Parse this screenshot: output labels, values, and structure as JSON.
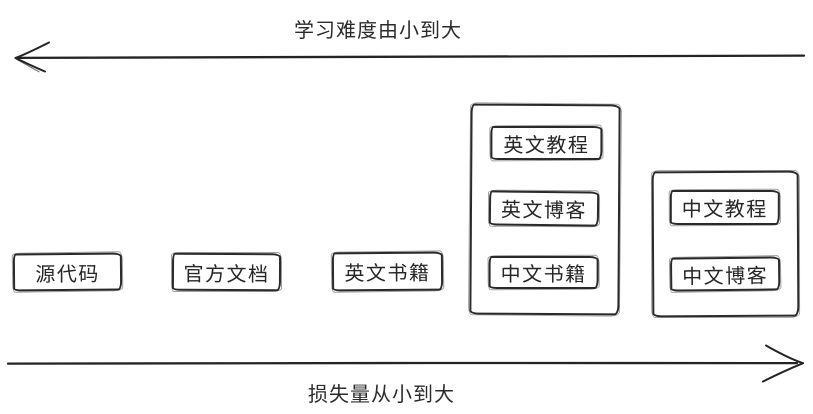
{
  "diagram": {
    "top_axis": {
      "label": "学习难度由小到大",
      "direction": "left"
    },
    "bottom_axis": {
      "label": "损失量从小到大",
      "direction": "right"
    },
    "standalone_items": [
      {
        "label": "源代码"
      },
      {
        "label": "官方文档"
      },
      {
        "label": "英文书籍"
      }
    ],
    "groups": [
      {
        "items": [
          {
            "label": "英文教程"
          },
          {
            "label": "英文博客"
          },
          {
            "label": "中文书籍"
          }
        ]
      },
      {
        "items": [
          {
            "label": "中文教程"
          },
          {
            "label": "中文博客"
          }
        ]
      }
    ],
    "colors": {
      "ink": "#2a2a2a",
      "background": "#ffffff"
    }
  }
}
